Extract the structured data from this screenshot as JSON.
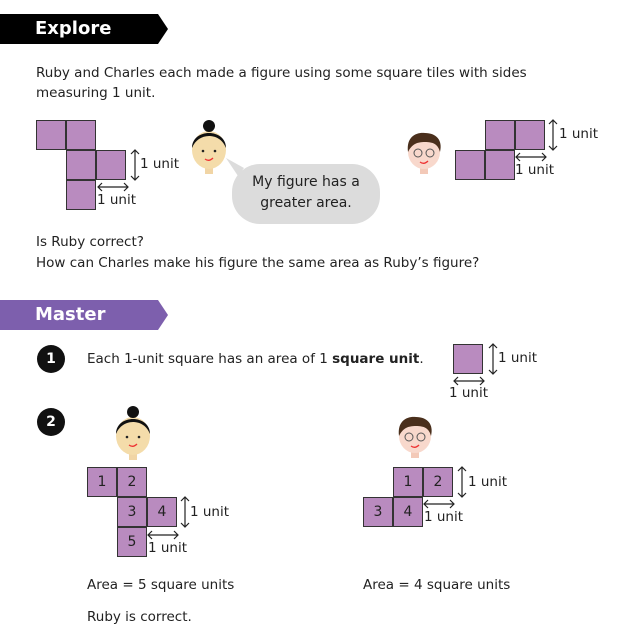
{
  "explore": {
    "title": "Explore",
    "intro_line1": "Ruby and Charles each made a figure using some square tiles with sides",
    "intro_line2": "measuring 1 unit.",
    "speech_line1": "My figure has a",
    "speech_line2": "greater area.",
    "question1": "Is Ruby correct?",
    "question2": "How can Charles make his figure the same area as Ruby’s figure?",
    "unit_label": "1 unit"
  },
  "master": {
    "title": "Master",
    "item1_number": "1",
    "item1_text": "Each 1-unit square has an area of 1 ",
    "item1_bold": "square unit",
    "item1_end": ".",
    "item2_number": "2",
    "ruby_tiles": [
      "1",
      "2",
      "3",
      "4",
      "5"
    ],
    "charles_tiles": [
      "1",
      "2",
      "3",
      "4"
    ],
    "ruby_area": "Area = 5 square units",
    "charles_area": "Area = 4 square units",
    "conclusion": "Ruby is correct."
  },
  "colors": {
    "tile": "#b98bbf",
    "master_banner": "#7d5fad",
    "explore_banner": "#000000"
  }
}
